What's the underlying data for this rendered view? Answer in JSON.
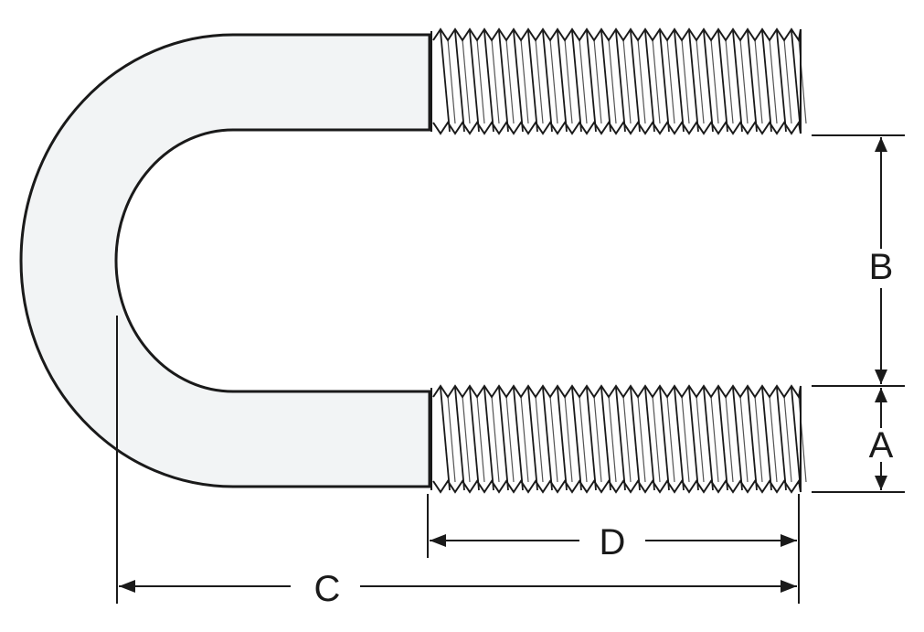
{
  "diagram": {
    "labels": {
      "a": "A",
      "b": "B",
      "c": "C",
      "d": "D"
    },
    "colors": {
      "outline": "#1a1a1a",
      "body_fill": "#f2f4f5",
      "dimension": "#1a1a1a",
      "background": "#ffffff"
    }
  }
}
